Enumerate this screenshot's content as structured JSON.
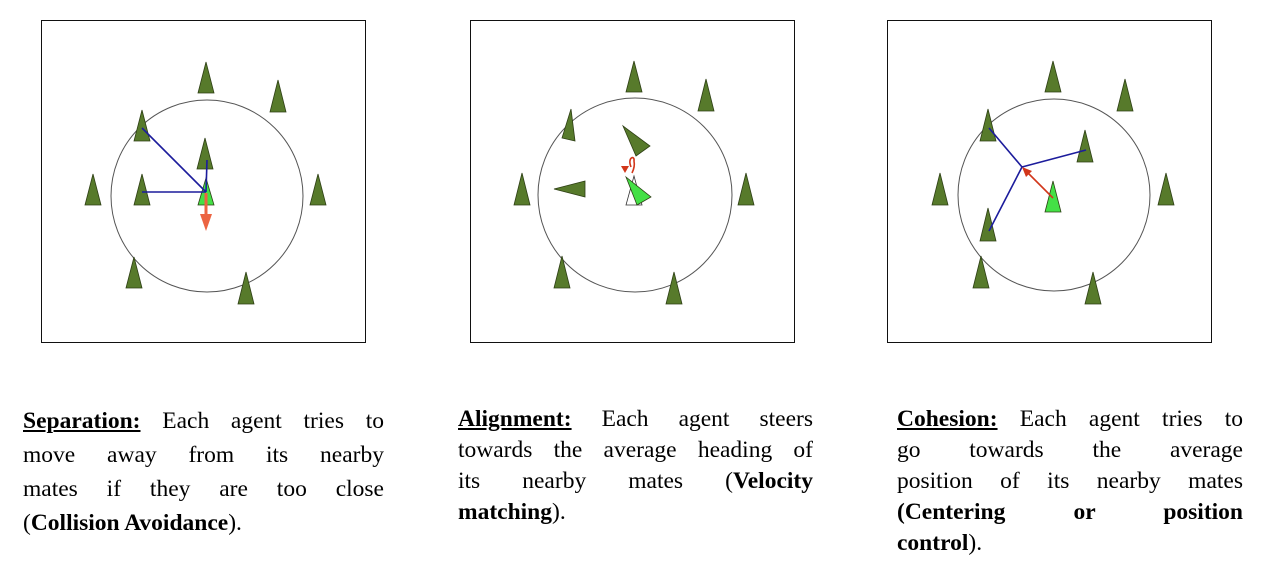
{
  "colors": {
    "agent": "#577a2b",
    "agent_outline": "#2e3f15",
    "focus_agent": "#44e046",
    "neighbor_line": "#1c1c9c",
    "force_arrow_1": "#ec6442",
    "force_arrow": "#d2361a",
    "radius": "#555555"
  },
  "panels": [
    {
      "name": "separation",
      "icon": "separation-diagram"
    },
    {
      "name": "alignment",
      "icon": "alignment-diagram"
    },
    {
      "name": "cohesion",
      "icon": "cohesion-diagram"
    }
  ],
  "captions": [
    {
      "lines": [
        [
          {
            "t": "Separation:",
            "b": true,
            "u": true
          },
          {
            "t": " Each agent tries to"
          }
        ],
        [
          {
            "t": "move away from its nearby"
          }
        ],
        [
          {
            "t": "mates if they are too close"
          }
        ],
        [
          {
            "t": "("
          },
          {
            "t": "Collision Avoidance",
            "b": true
          },
          {
            "t": ")."
          }
        ]
      ]
    },
    {
      "lines": [
        [
          {
            "t": "Alignment:",
            "b": true,
            "u": true
          },
          {
            "t": " Each agent steers"
          }
        ],
        [
          {
            "t": "towards the average heading of"
          }
        ],
        [
          {
            "t": "its nearby mates ("
          },
          {
            "t": "Velocity",
            "b": true
          }
        ],
        [
          {
            "t": "matching",
            "b": true
          },
          {
            "t": ")."
          }
        ]
      ]
    },
    {
      "lines": [
        [
          {
            "t": "Cohesion:",
            "b": true,
            "u": true
          },
          {
            "t": " Each agent tries to"
          }
        ],
        [
          {
            "t": "go towards the average"
          }
        ],
        [
          {
            "t": "position of its nearby mates"
          }
        ],
        [
          {
            "t": "(Centering or position",
            "b": true
          }
        ],
        [
          {
            "t": "control",
            "b": true
          },
          {
            "t": ")."
          }
        ]
      ]
    }
  ]
}
